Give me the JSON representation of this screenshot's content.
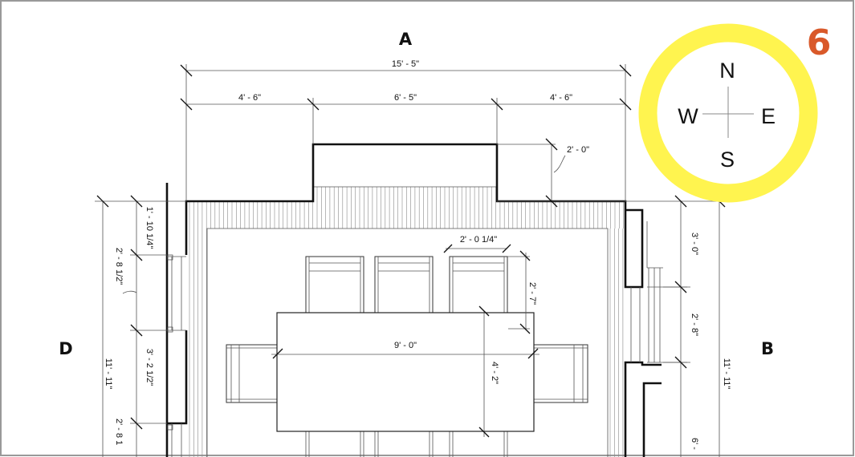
{
  "side_labels": {
    "top": "A",
    "right": "B",
    "left": "D"
  },
  "badge_number": "6",
  "compass": {
    "n": "N",
    "s": "S",
    "e": "E",
    "w": "W"
  },
  "dimensions": {
    "overall_top": "15' - 5\"",
    "top_left": "4' - 6\"",
    "top_mid": "6' - 5\"",
    "top_right": "4' - 6\"",
    "bay_depth": "2' - 0\"",
    "left_1": "1' - 10 1/4\"",
    "left_2": "2' - 8 1/2\"",
    "left_3": "3' - 2 1/2\"",
    "left_4": "2' - 8 1",
    "left_overall": "11' - 11\"",
    "right_1": "3' - 0\"",
    "right_2": "2' - 8\"",
    "right_3": "6' -",
    "right_overall": "11' - 11\"",
    "chair_width": "2' - 0 1/4\"",
    "chair_depth": "2' - 7\"",
    "table_length": "9' - 0\"",
    "table_width": "4' - 2\""
  },
  "colors": {
    "compass_ring": "#fff44f",
    "badge": "#d9592a",
    "frame": "#999999"
  }
}
